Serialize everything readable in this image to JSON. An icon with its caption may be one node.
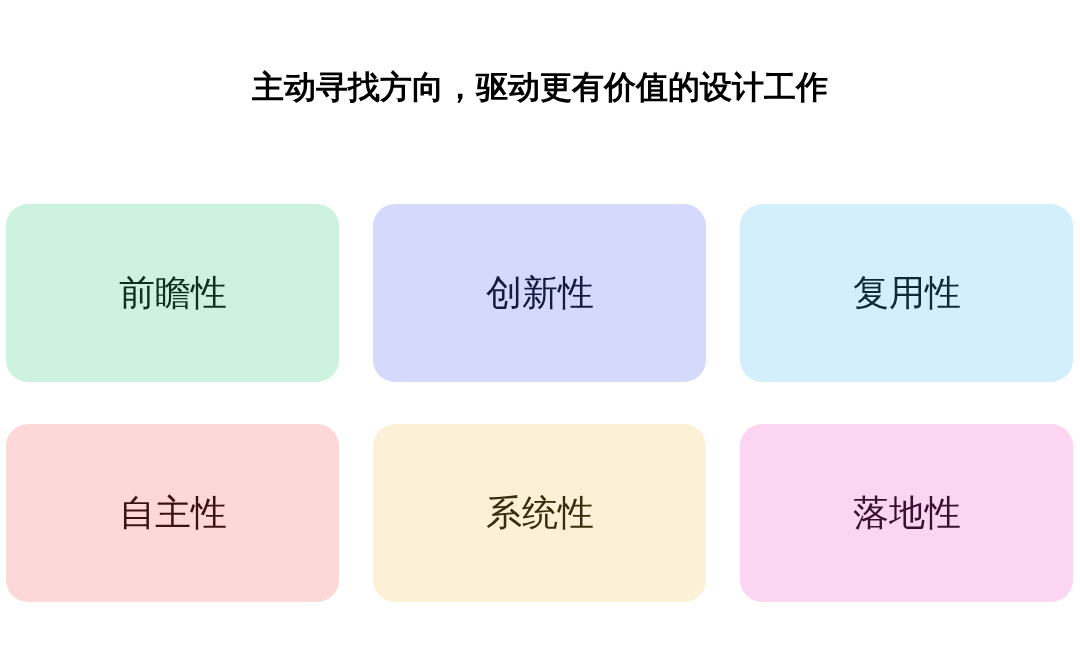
{
  "diagram": {
    "title": "主动寻找方向，驱动更有价值的设计工作",
    "nodes": [
      {
        "text": [
          "前瞻性"
        ]
      },
      {
        "text": [
          "创新性"
        ]
      },
      {
        "text": [
          "复用性"
        ]
      },
      {
        "text": [
          "自主性"
        ]
      },
      {
        "text": [
          "系统性"
        ]
      },
      {
        "text": [
          "落地性"
        ]
      }
    ]
  }
}
